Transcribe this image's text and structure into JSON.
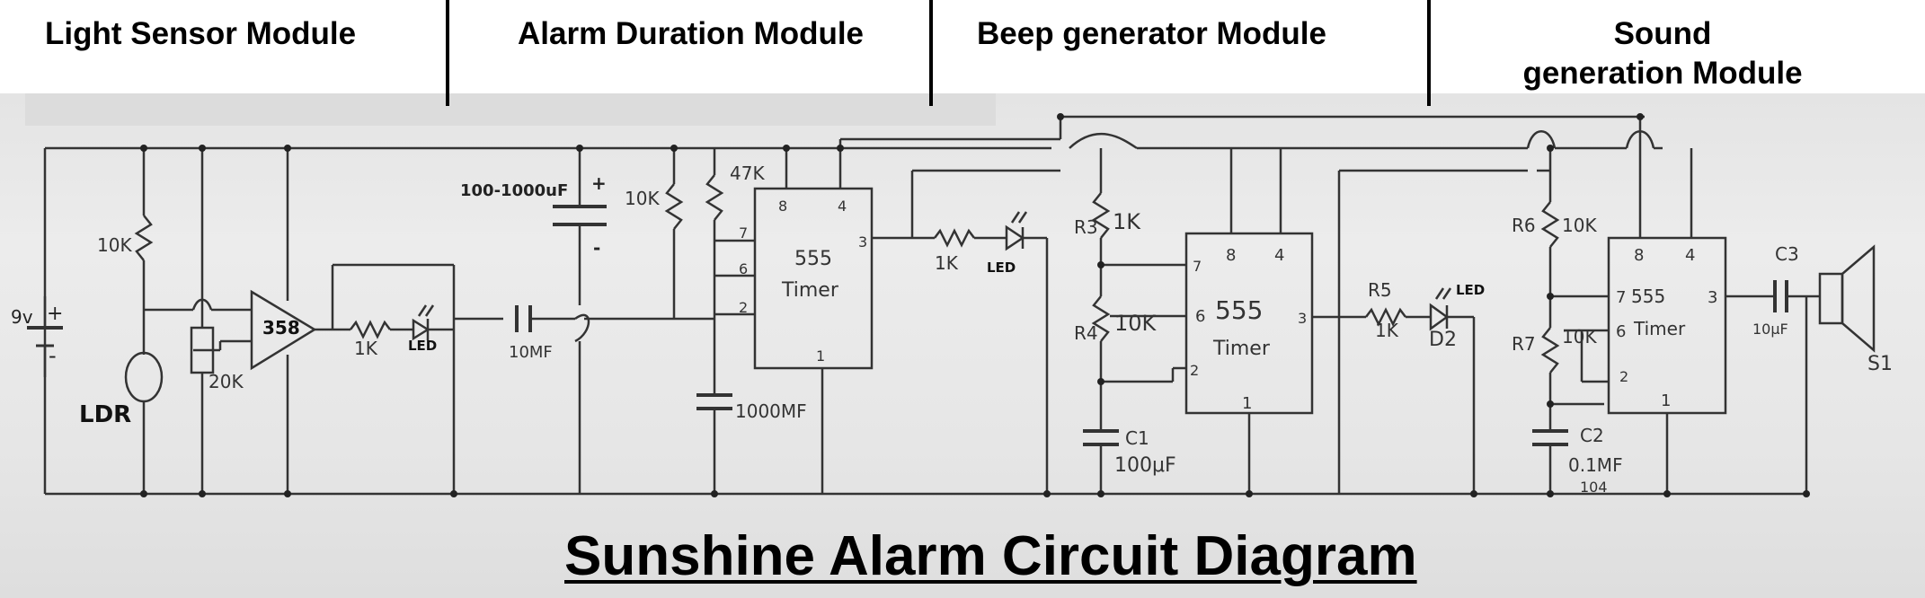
{
  "modules": [
    {
      "id": "light",
      "title": "Light Sensor Module"
    },
    {
      "id": "alarm",
      "title": "Alarm Duration Module"
    },
    {
      "id": "beep",
      "title": "Beep generator Module"
    },
    {
      "id": "sound",
      "title": "Sound\ngeneration Module"
    }
  ],
  "diagram_title": "Sunshine Alarm Circuit Diagram",
  "labels": {
    "battery": "9v",
    "plus": "+",
    "minus": "-",
    "r_10k_1": "10K",
    "ldr": "LDR",
    "pot_20k": "20K",
    "opamp": "358",
    "r_1k_1": "1K",
    "led": "LED",
    "c_10mf": "10MF",
    "c_100_1000": "100-1000uF",
    "r_10k_2": "10K",
    "r_47k": "47K",
    "timer_555": "555",
    "timer_word": "Timer",
    "c_1000mf": "1000MF",
    "r_1k_2": "1K",
    "r3": "R3",
    "r3_val": "1K",
    "r4": "R4",
    "r4_val": "10K",
    "c1": "C1",
    "c1_val": "100μF",
    "r5": "R5",
    "r5_val": "1K",
    "d2": "D2",
    "r6": "R6",
    "r6_val": "10K",
    "r7": "R7",
    "r7_val": "10K",
    "c2": "C2",
    "c2_val": "0.1MF",
    "c2_code": "104",
    "c3": "C3",
    "c3_val": "10μF",
    "s1": "S1",
    "pin1": "1",
    "pin2": "2",
    "pin3": "3",
    "pin4": "4",
    "pin6": "6",
    "pin7": "7",
    "pin8": "8"
  }
}
